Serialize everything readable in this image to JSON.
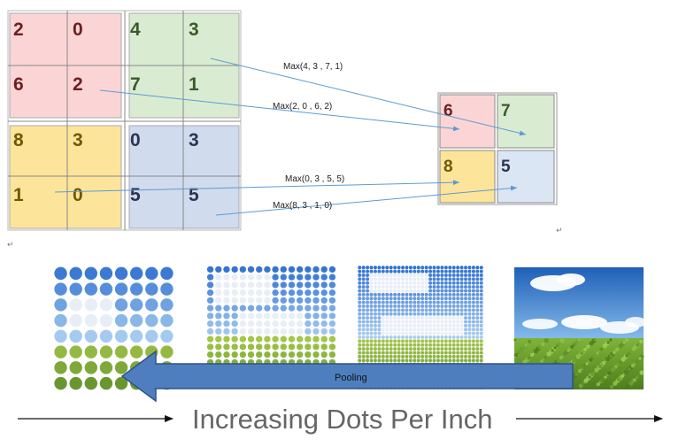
{
  "input_matrix": {
    "colors": {
      "red": "#fbd5d5",
      "green": "#d9ecd2",
      "yellow": "#fde49b",
      "blue": "#d0dbee"
    },
    "text_colors": {
      "red": "#6b2020",
      "green": "#3b5a2b",
      "yellow": "#6b5a00",
      "blue": "#2a3550"
    },
    "cells": [
      [
        "2",
        "0",
        "4",
        "3"
      ],
      [
        "6",
        "2",
        "7",
        "1"
      ],
      [
        "8",
        "3",
        "0",
        "3"
      ],
      [
        "1",
        "0",
        "5",
        "5"
      ]
    ]
  },
  "output_matrix": {
    "cells": [
      [
        "6",
        "7"
      ],
      [
        "8",
        "5"
      ]
    ],
    "colors": {
      "red": "#fbd5d5",
      "green": "#d9ecd2",
      "yellow": "#fde49b",
      "blue": "#dbe6f4"
    }
  },
  "annotations": {
    "green": "Max(4, 3 , 7, 1)",
    "red": "Max(2, 0 , 6, 2)",
    "blue": "Max(0, 3 , 5, 5)",
    "yellow": "Max(8, 3 , 1, 0)"
  },
  "paragraph_mark": "↵",
  "pooling_label": "Pooling",
  "dpi_label": "Increasing Dots Per Inch",
  "colors": {
    "arrow_line": "#5b9bd5",
    "pooling_arrow": "#4e7ebd",
    "pooling_arrow_border": "#2f528f"
  },
  "images": [
    "low-res-dot-grid",
    "mid-res-dot-grid",
    "high-res-dot-grid",
    "sky-and-hedge-photo"
  ]
}
